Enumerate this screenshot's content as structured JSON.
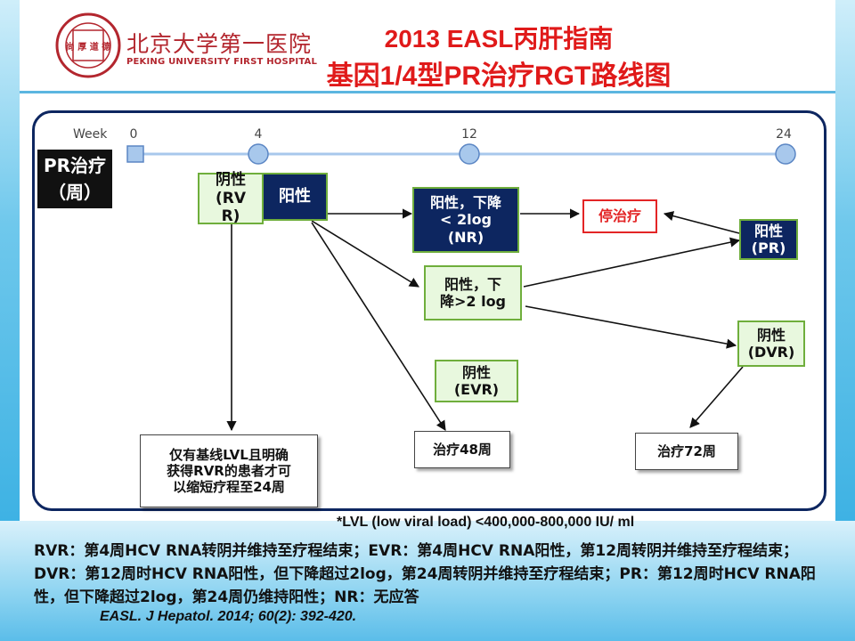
{
  "header": {
    "logo_text": "尚 厚 道 德",
    "university_cn": "北京大学第一医院",
    "university_en": "PEKING UNIVERSITY FIRST HOSPITAL",
    "title_line1": "2013 EASL丙肝指南",
    "title_line2": "基因1/4型PR治疗RGT路线图"
  },
  "timeline": {
    "label": "Week",
    "ticks": [
      "0",
      "4",
      "12",
      "24"
    ]
  },
  "diagram": {
    "pr_label_line1": "PR治疗",
    "pr_label_line2": "（周）",
    "rvr_line1": "阴性",
    "rvr_line2": "(RV",
    "rvr_line3": "R)",
    "positive_w4": "阳性",
    "nr_line1": "阳性，下降",
    "nr_line2": "< 2log",
    "nr_line3": "(NR)",
    "stop": "停治疗",
    "pr_line1": "阳性",
    "pr_line2": "(PR)",
    "drop_line1": "阳性，下",
    "drop_line2": "降>2 log",
    "evr_line1": "阴性",
    "evr_line2": "(EVR)",
    "dvr_line1": "阴性",
    "dvr_line2": "(DVR)",
    "short_line1": "仅有基线LVL且明确",
    "short_line2": "获得RVR的患者才可",
    "short_line3": "以缩短疗程至24周",
    "treat48": "治疗48周",
    "treat72": "治疗72周"
  },
  "footnote": "*LVL (low viral load) <400,000-800,000 IU/ ml",
  "definitions": "RVR：第4周HCV RNA转阴并维持至疗程结束；EVR：第4周HCV RNA阳性，第12周转阴并维持至疗程结束；DVR：第12周时HCV RNA阳性，但下降超过2log，第24周转阴并维持至疗程结束；PR：第12周时HCV RNA阳性，但下降超过2log，第24周仍维持阳性；NR：无应答",
  "citation": "EASL. J Hepatol. 2014; 60(2): 392-420.",
  "colors": {
    "title_red": "#e01a1a",
    "navy": "#0d2660",
    "green_border": "#6fae3c",
    "light_green": "#e8f8de",
    "timeline_blue": "#a8c8ec"
  }
}
